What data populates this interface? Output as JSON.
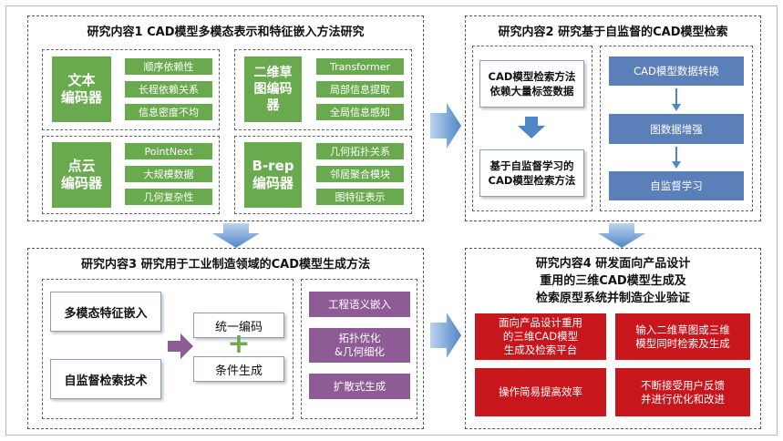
{
  "panel1": {
    "title": "研究内容1 CAD模型多模态表示和特征嵌入方法研究",
    "text_encoder": {
      "label": "文本\n编码器",
      "tags": [
        "顺序依赖性",
        "长程依赖关系",
        "信息密度不均"
      ]
    },
    "sketch_encoder": {
      "label": "二维草\n图编码\n器",
      "tags": [
        "Transformer",
        "局部信息提取",
        "全局信息感知"
      ]
    },
    "pointcloud_encoder": {
      "label": "点云\n编码器",
      "tags": [
        "PointNext",
        "大规模数据",
        "几何复杂性"
      ]
    },
    "brep_encoder": {
      "label": "B-rep\n编码器",
      "tags": [
        "几何拓扑关系",
        "邻居聚合模块",
        "图特征表示"
      ]
    }
  },
  "panel2": {
    "title": "研究内容2 研究基于自监督的CAD模型检索",
    "left_top": "CAD模型检索方法\n依赖大量标签数据",
    "left_bottom": "基于自监督学习的\nCAD模型检索方法",
    "steps": [
      "CAD模型数据转换",
      "图数据增强",
      "自监督学习"
    ]
  },
  "panel3": {
    "title": "研究内容3 研究用于工业制造领域的CAD模型生成方法",
    "input_top": "多模态特征嵌入",
    "input_bottom": "自监督检索技术",
    "mid_top": "统一编码",
    "mid_bottom": "条件生成",
    "plus": "+",
    "purple_items": [
      "工程语义嵌入",
      "拓扑优化\n&几何细化",
      "扩散式生成"
    ]
  },
  "panel4": {
    "title": "研究内容4  研发面向产品设计\n重用的三维CAD模型生成及\n检索原型系统并制造企业验证",
    "items": [
      "面向产品设计重用\n的三维CAD模型\n生成及检索平台",
      "输入二维草图或三维\n模型同时检索及生成",
      "操作简易提高效率",
      "不断接受用户反馈\n并进行优化和改进"
    ]
  },
  "colors": {
    "green": "#6aaa4e",
    "blue": "#5b7fb9",
    "purple": "#8e5b96",
    "red": "#c8161d",
    "arrow": "#4f86c6"
  }
}
